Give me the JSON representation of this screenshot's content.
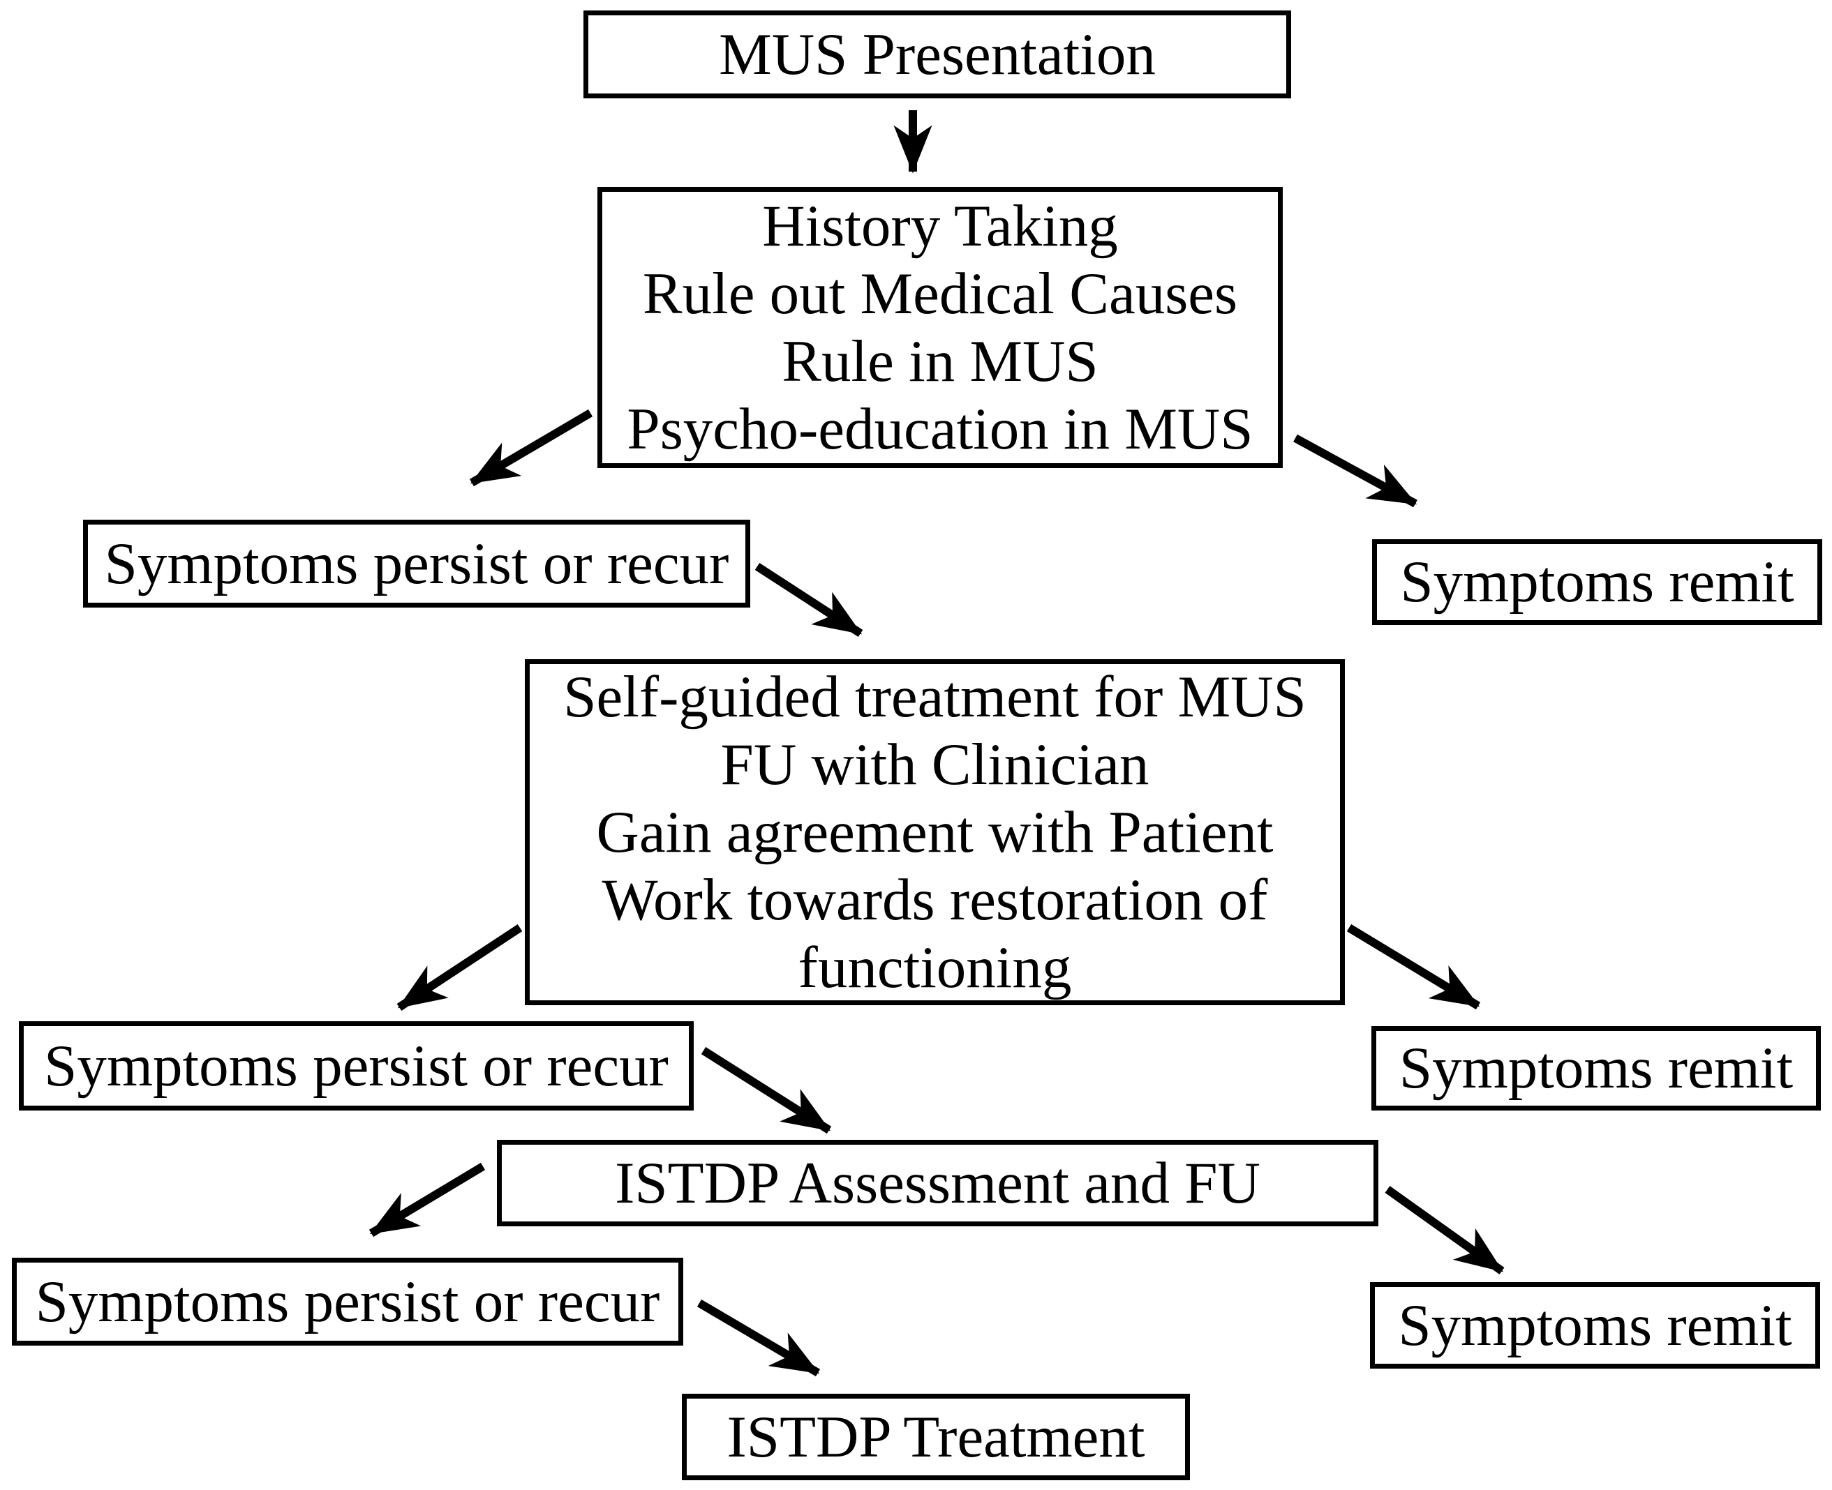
{
  "diagram": {
    "description": "Flowchart of stepped care pathway for MUS (medically unexplained symptoms)",
    "colors": {
      "background": "#ffffff",
      "box_fill": "#ffffff",
      "box_border": "#000000",
      "text": "#000000",
      "arrow": "#000000"
    },
    "nodes": {
      "mus_presentation": {
        "label": "MUS Presentation"
      },
      "history": {
        "lines": [
          "History Taking",
          "Rule out Medical Causes",
          "Rule in MUS",
          "Psycho-education in MUS"
        ]
      },
      "persist_1": {
        "label": "Symptoms persist or recur"
      },
      "remit_1": {
        "label": "Symptoms remit"
      },
      "self_guided": {
        "lines": [
          "Self-guided treatment for MUS",
          "FU with Clinician",
          "Gain agreement with Patient",
          "Work towards restoration of functioning"
        ]
      },
      "persist_2": {
        "label": "Symptoms persist or recur"
      },
      "remit_2": {
        "label": "Symptoms remit"
      },
      "istdp_assessment": {
        "label": "ISTDP Assessment and FU"
      },
      "persist_3": {
        "label": "Symptoms persist or recur"
      },
      "remit_3": {
        "label": "Symptoms remit"
      },
      "istdp_treatment": {
        "label": "ISTDP Treatment"
      }
    },
    "edges": [
      {
        "from": "mus_presentation",
        "to": "history"
      },
      {
        "from": "history",
        "to": "persist_1"
      },
      {
        "from": "history",
        "to": "remit_1"
      },
      {
        "from": "persist_1",
        "to": "self_guided"
      },
      {
        "from": "self_guided",
        "to": "persist_2"
      },
      {
        "from": "self_guided",
        "to": "remit_2"
      },
      {
        "from": "persist_2",
        "to": "istdp_assessment"
      },
      {
        "from": "istdp_assessment",
        "to": "persist_3"
      },
      {
        "from": "istdp_assessment",
        "to": "remit_3"
      },
      {
        "from": "persist_3",
        "to": "istdp_treatment"
      }
    ]
  }
}
